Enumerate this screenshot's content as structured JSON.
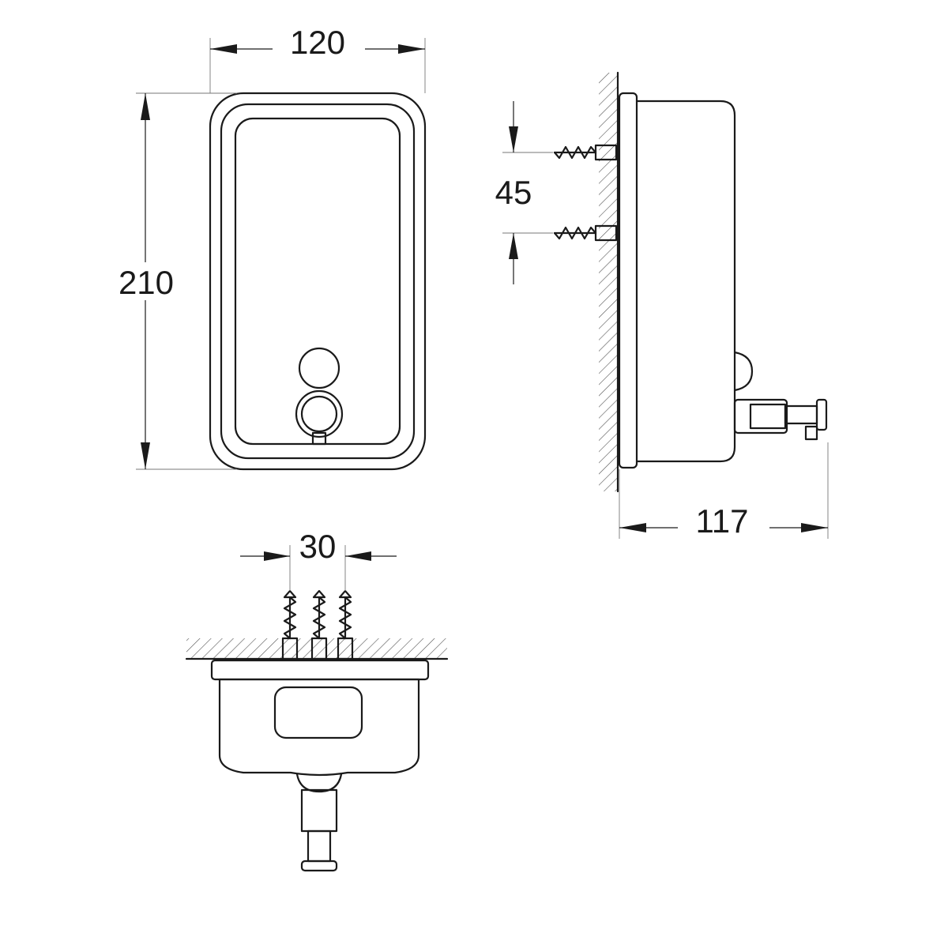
{
  "dimensions": {
    "width": "120",
    "height": "210",
    "screw_spacing": "45",
    "depth": "117",
    "bottom_spacing": "30"
  }
}
